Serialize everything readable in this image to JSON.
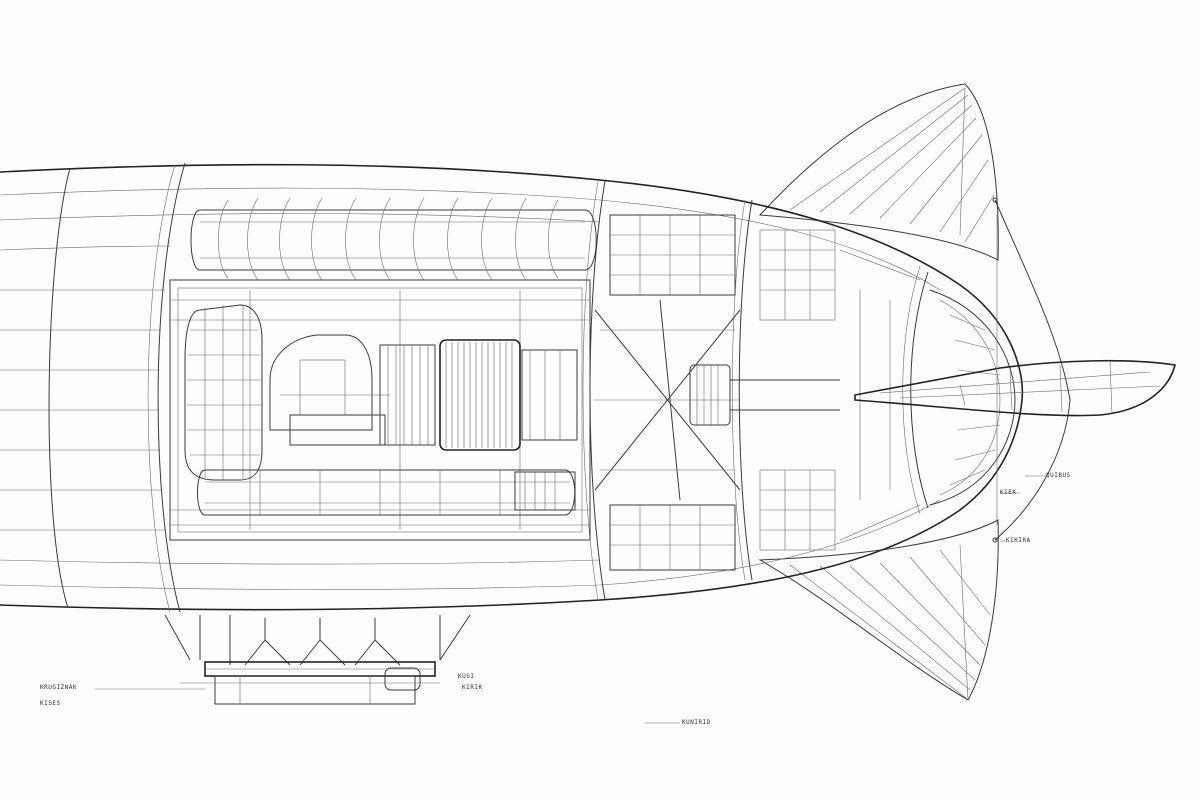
{
  "diagram": {
    "labels": {
      "left_label_1": "KRUGIZNAK",
      "left_label_2": "KISES",
      "center_bottom_label": "KUNIRID",
      "gondola_label_1": "KUSI",
      "gondola_label_2": "KIRIK",
      "tail_label_1": "QUIBUS",
      "tail_label_2": "KIEK",
      "tail_label_3": "KIKIRA"
    },
    "colors": {
      "ink": "#3a3a3a",
      "paper": "#fdfdfc"
    }
  }
}
